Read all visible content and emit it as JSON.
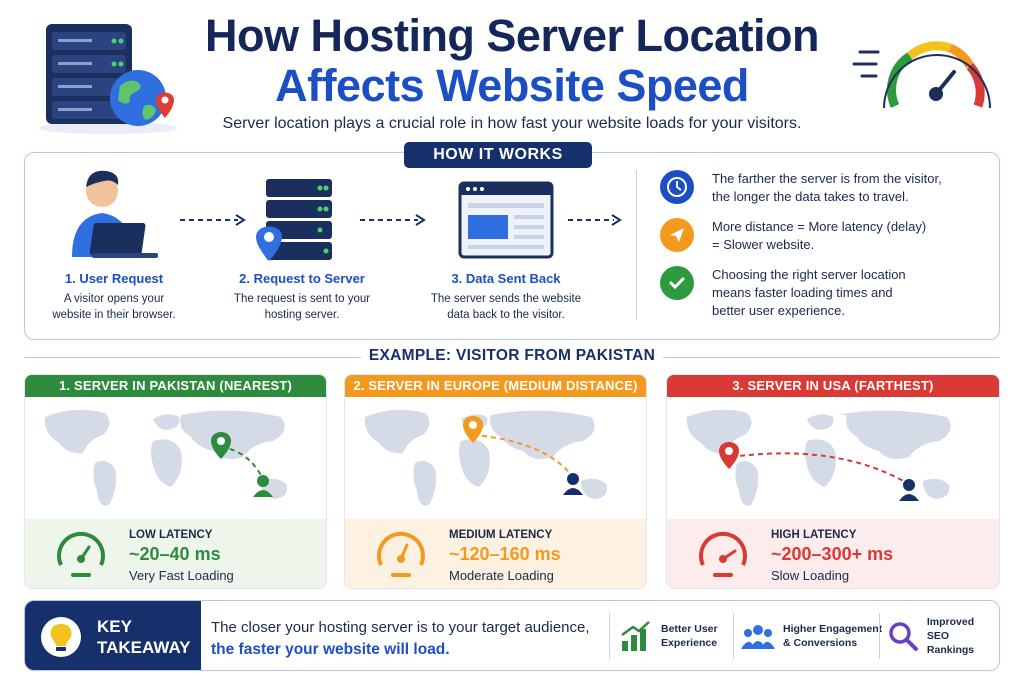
{
  "header": {
    "title_line1": "How Hosting Server Location",
    "title_line2": "Affects Website Speed",
    "subtitle": "Server location plays a crucial role in how fast your website loads for your visitors."
  },
  "how_it_works": {
    "label": "HOW IT WORKS",
    "steps": [
      {
        "title": "1. User Request",
        "desc_line1": "A visitor opens your",
        "desc_line2": "website in their browser.",
        "icon": "user-laptop-icon"
      },
      {
        "title": "2. Request to Server",
        "desc_line1": "The request is sent to your",
        "desc_line2": "hosting server.",
        "icon": "server-pin-icon"
      },
      {
        "title": "3. Data Sent Back",
        "desc_line1": "The server sends the website",
        "desc_line2": "data back to the visitor.",
        "icon": "browser-window-icon"
      }
    ],
    "info": [
      {
        "icon": "clock-icon",
        "color": "#1d4fc4",
        "line1": "The farther the server is from the visitor,",
        "line2": "the longer the data takes to travel.",
        "line3": ""
      },
      {
        "icon": "paper-plane-icon",
        "color": "#f39a1e",
        "line1": "More distance = More latency (delay)",
        "line2": "= Slower website.",
        "line3": ""
      },
      {
        "icon": "check-icon",
        "color": "#2e9a3f",
        "line1": "Choosing the right server location",
        "line2": "means faster loading times and",
        "line3": "better user experience."
      }
    ]
  },
  "example": {
    "title": "EXAMPLE: VISITOR FROM PAKISTAN",
    "cards": [
      {
        "header": "1. SERVER IN PAKISTAN (NEAREST)",
        "color": "#2e8b3d",
        "bg": "#eef6ec",
        "latency_label": "LOW LATENCY",
        "latency_value": "~20–40 ms",
        "speed": "Very Fast Loading"
      },
      {
        "header": "2. SERVER IN EUROPE (MEDIUM DISTANCE)",
        "color": "#f39a1e",
        "bg": "#fdf1e1",
        "latency_label": "MEDIUM LATENCY",
        "latency_value": "~120–160 ms",
        "speed": "Moderate Loading"
      },
      {
        "header": "3. SERVER IN USA (FARTHEST)",
        "color": "#d93a35",
        "bg": "#fcecec",
        "latency_label": "HIGH LATENCY",
        "latency_value": "~200–300+ ms",
        "speed": "Slow Loading"
      }
    ]
  },
  "takeaway": {
    "label_line1": "KEY",
    "label_line2": "TAKEAWAY",
    "message_line1": "The closer your hosting server is to your target audience,",
    "message_line2": "the faster your website will load.",
    "benefits": [
      {
        "icon": "growth-chart-icon",
        "line1": "Better User",
        "line2": "Experience"
      },
      {
        "icon": "people-group-icon",
        "line1": "Higher Engagement",
        "line2": "& Conversions"
      },
      {
        "icon": "magnifier-icon",
        "line1": "Improved SEO",
        "line2": "Rankings"
      }
    ]
  },
  "colors": {
    "navy": "#15306b",
    "blue": "#1d4fc4",
    "green": "#2e8b3d",
    "orange": "#f39a1e",
    "red": "#d93a35"
  }
}
